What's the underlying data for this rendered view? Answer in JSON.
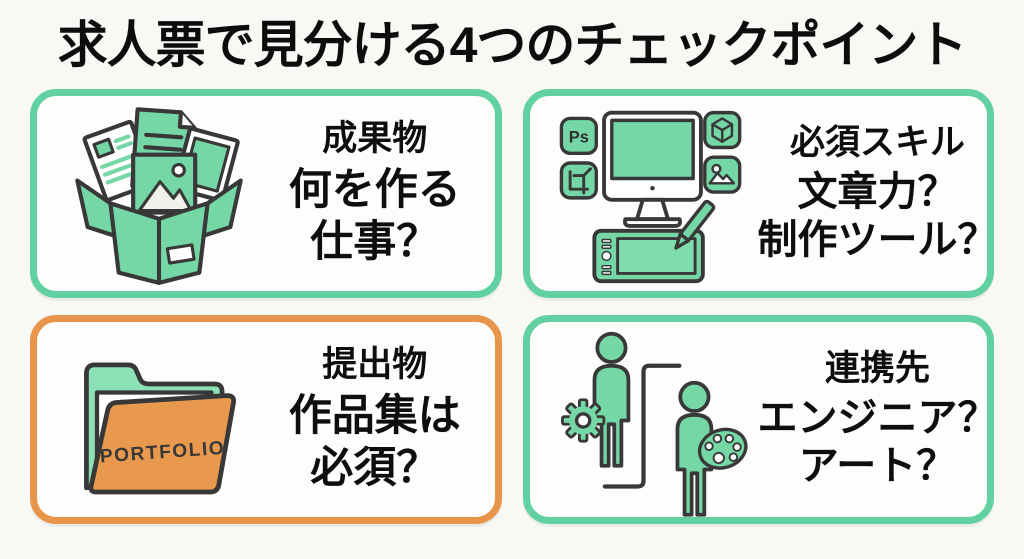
{
  "page": {
    "title": "求人票で見分ける4つのチェックポイント",
    "background": "#f8f8f5"
  },
  "colors": {
    "green_accent": "#62d1a1",
    "green_fill": "#76d7a6",
    "green_light": "#8de1b7",
    "orange_accent": "#e8944a",
    "orange_fill": "#e9994e",
    "outline": "#383838",
    "text": "#0e0e0e",
    "card_bg": "#fdfdfb"
  },
  "cards": [
    {
      "id": "deliverables",
      "accent": "green",
      "icon": "box-of-works",
      "label": "成果物",
      "line1": "何を作る",
      "line2": "仕事？"
    },
    {
      "id": "required-skills",
      "accent": "green",
      "icon": "design-workstation",
      "label": "必須スキル",
      "line1": "文章力？",
      "line2": "制作ツール？",
      "ps_badge": "Ps"
    },
    {
      "id": "submissions",
      "accent": "orange",
      "icon": "portfolio-folder",
      "label": "提出物",
      "line1": "作品集は",
      "line2": "必須？",
      "folder_text": "PORTFOLIO"
    },
    {
      "id": "collaborators",
      "accent": "green",
      "icon": "engineer-and-artist",
      "label": "連携先",
      "line1": "エンジニア？",
      "line2": "アート？"
    }
  ]
}
